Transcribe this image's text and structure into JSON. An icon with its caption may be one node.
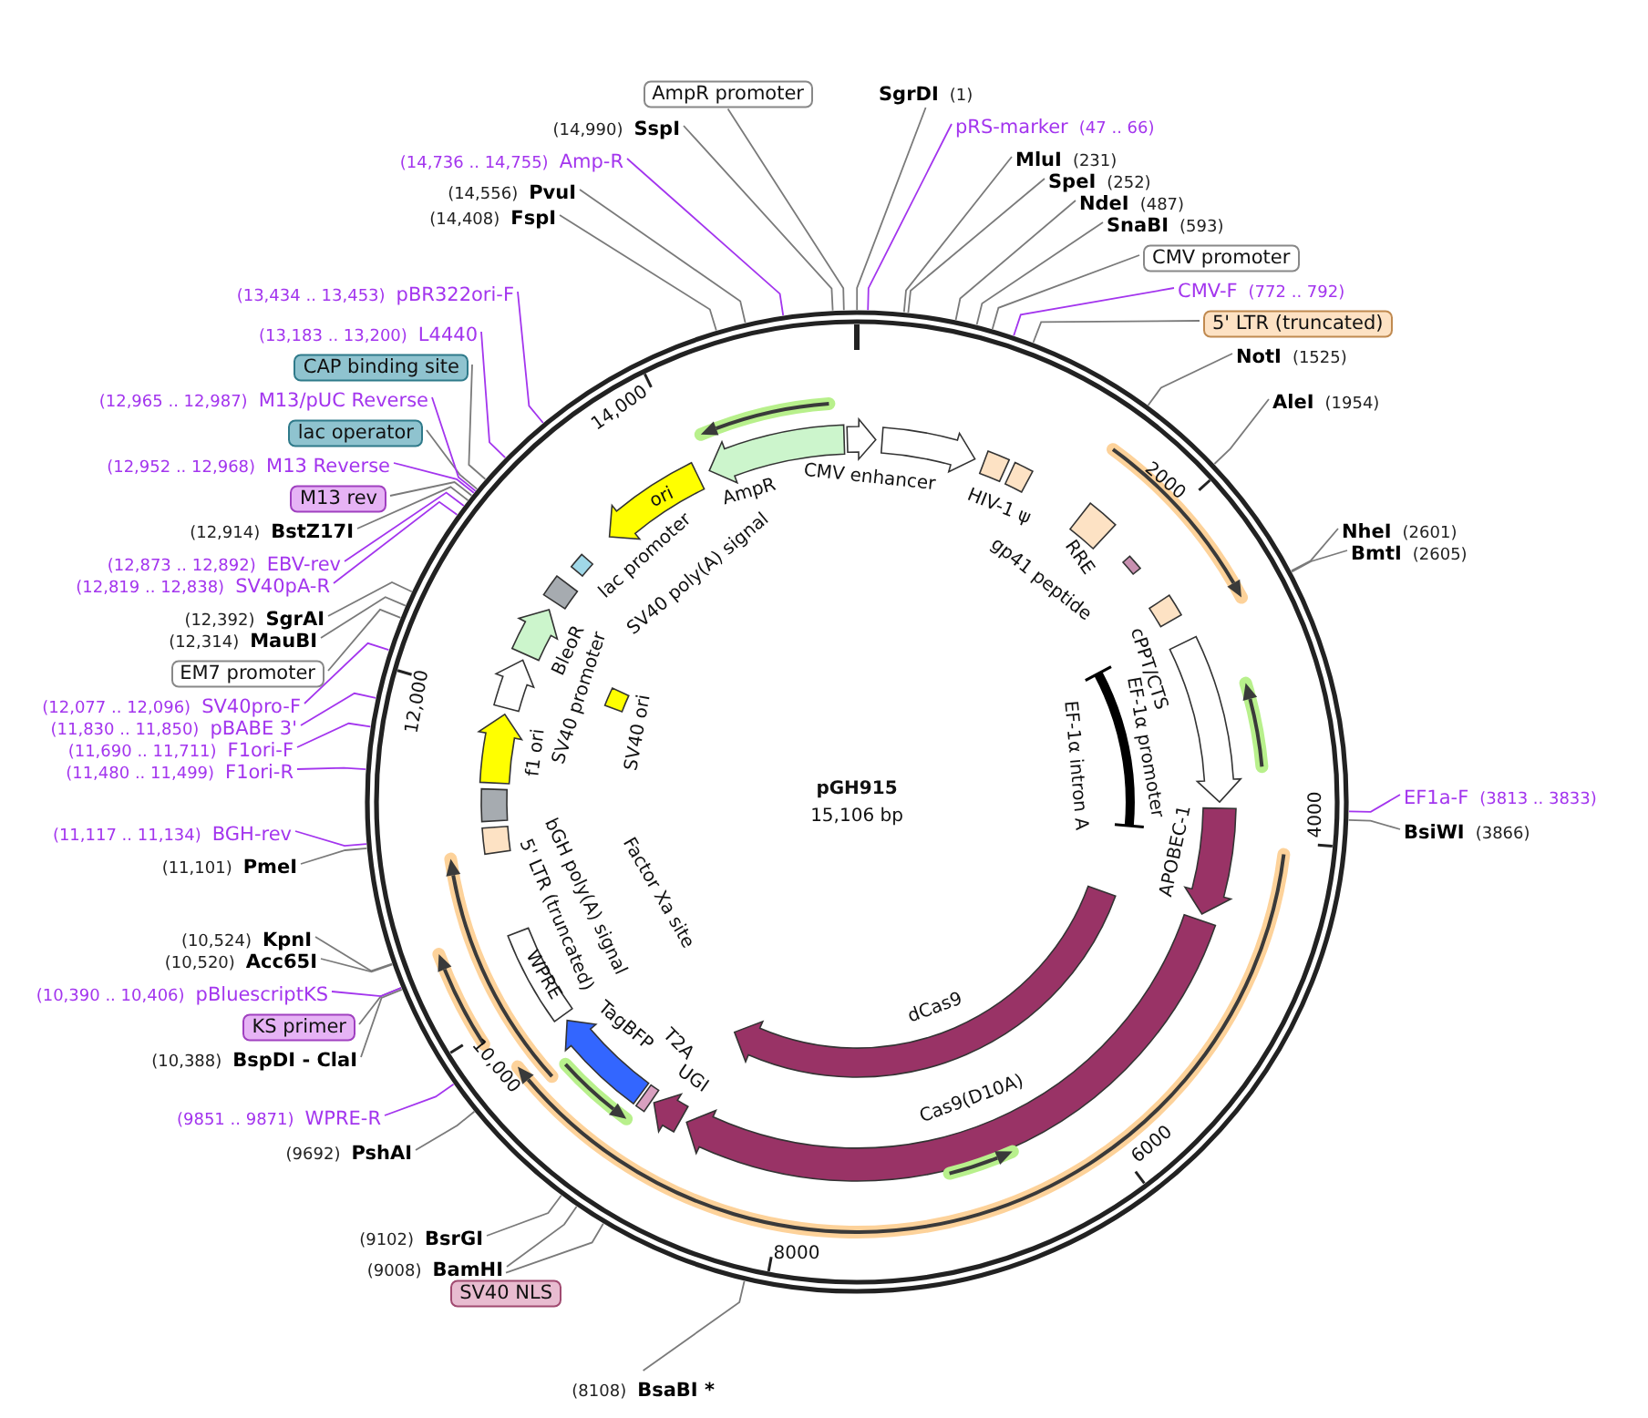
{
  "diagram": {
    "title": "pGH915",
    "nodes": [
      {
        "text": [
          "SgrDI",
          "(1)"
        ]
      },
      {
        "text": [
          "pRS-marker",
          "(47 .. 66)"
        ]
      },
      {
        "text": [
          "MluI",
          "(231)"
        ]
      },
      {
        "text": [
          "SpeI",
          "(252)"
        ]
      },
      {
        "text": [
          "NdeI",
          "(487)"
        ]
      },
      {
        "text": [
          "SnaBI",
          "(593)"
        ]
      },
      {
        "text": [
          "CMV promoter"
        ]
      },
      {
        "text": [
          "CMV-F",
          "(772 .. 792)"
        ]
      },
      {
        "text": [
          "5' LTR (truncated)"
        ]
      },
      {
        "text": [
          "NotI",
          "(1525)"
        ]
      },
      {
        "text": [
          "AleI",
          "(1954)"
        ]
      },
      {
        "text": [
          "NheI",
          "(2601)"
        ]
      },
      {
        "text": [
          "BmtI",
          "(2605)"
        ]
      },
      {
        "text": [
          "EF1a-F",
          "(3813 .. 3833)"
        ]
      },
      {
        "text": [
          "BsiWI",
          "(3866)"
        ]
      },
      {
        "text": [
          "(8108)",
          "BsaBI *"
        ]
      },
      {
        "text": [
          "SV40 NLS"
        ]
      },
      {
        "text": [
          "(9008)",
          "BamHI"
        ]
      },
      {
        "text": [
          "(9102)",
          "BsrGI"
        ]
      },
      {
        "text": [
          "(9692)",
          "PshAI"
        ]
      },
      {
        "text": [
          "(9851 .. 9871)",
          "WPRE-R"
        ]
      },
      {
        "text": [
          "(10,388)",
          "BspDI - ClaI"
        ]
      },
      {
        "text": [
          "KS primer"
        ]
      },
      {
        "text": [
          "(10,390 .. 10,406)",
          "pBluescriptKS"
        ]
      },
      {
        "text": [
          "(10,520)",
          "Acc65I"
        ]
      },
      {
        "text": [
          "(10,524)",
          "KpnI"
        ]
      },
      {
        "text": [
          "(11,101)",
          "PmeI"
        ]
      },
      {
        "text": [
          "(11,117 .. 11,134)",
          "BGH-rev"
        ]
      },
      {
        "text": [
          "(11,480 .. 11,499)",
          "F1ori-R"
        ]
      },
      {
        "text": [
          "(11,690 .. 11,711)",
          "F1ori-F"
        ]
      },
      {
        "text": [
          "(11,830 .. 11,850)",
          "pBABE 3'"
        ]
      },
      {
        "text": [
          "(12,077 .. 12,096)",
          "SV40pro-F"
        ]
      },
      {
        "text": [
          "EM7 promoter"
        ]
      },
      {
        "text": [
          "(12,314)",
          "MauBI"
        ]
      },
      {
        "text": [
          "(12,392)",
          "SgrAI"
        ]
      },
      {
        "text": [
          "(12,819 .. 12,838)",
          "SV40pA-R"
        ]
      },
      {
        "text": [
          "(12,873 .. 12,892)",
          "EBV-rev"
        ]
      },
      {
        "text": [
          "(12,914)",
          "BstZ17I"
        ]
      },
      {
        "text": [
          "M13 rev"
        ]
      },
      {
        "text": [
          "(12,952 .. 12,968)",
          "M13 Reverse"
        ]
      },
      {
        "text": [
          "lac operator"
        ]
      },
      {
        "text": [
          "(12,965 .. 12,987)",
          "M13/pUC Reverse"
        ]
      },
      {
        "text": [
          "CAP binding site"
        ]
      },
      {
        "text": [
          "(13,183 .. 13,200)",
          "L4440"
        ]
      },
      {
        "text": [
          "(13,434 .. 13,453)",
          "pBR322ori-F"
        ]
      },
      {
        "text": [
          "(14,408)",
          "FspI"
        ]
      },
      {
        "text": [
          "(14,556)",
          "PvuI"
        ]
      },
      {
        "text": [
          "(14,736 .. 14,755)",
          "Amp-R"
        ]
      },
      {
        "text": [
          "(14,990)",
          "SspI"
        ]
      },
      {
        "text": [
          "AmpR promoter"
        ]
      }
    ],
    "edges": [
      {
        "from": 0,
        "to": null,
        "arrow": "none"
      },
      {
        "from": 1,
        "to": null,
        "arrow": "none",
        "color": "#a335ee"
      },
      {
        "from": 2,
        "to": null,
        "arrow": "none"
      },
      {
        "from": 3,
        "to": null,
        "arrow": "none"
      },
      {
        "from": 4,
        "to": null,
        "arrow": "none"
      },
      {
        "from": 5,
        "to": null,
        "arrow": "none"
      },
      {
        "from": 6,
        "to": null,
        "arrow": "none"
      },
      {
        "from": 7,
        "to": null,
        "arrow": "none",
        "color": "#a335ee"
      },
      {
        "from": 8,
        "to": null,
        "arrow": "none"
      },
      {
        "from": 9,
        "to": null,
        "arrow": "none"
      },
      {
        "from": 10,
        "to": null,
        "arrow": "none"
      },
      {
        "from": 11,
        "to": null,
        "arrow": "none"
      },
      {
        "from": 12,
        "to": null,
        "arrow": "none"
      },
      {
        "from": 13,
        "to": null,
        "arrow": "none",
        "color": "#a335ee"
      },
      {
        "from": 14,
        "to": null,
        "arrow": "none"
      },
      {
        "from": 15,
        "to": null,
        "arrow": "none"
      },
      {
        "from": 16,
        "to": null,
        "arrow": "none"
      },
      {
        "from": 17,
        "to": null,
        "arrow": "none"
      },
      {
        "from": 18,
        "to": null,
        "arrow": "none"
      },
      {
        "from": 19,
        "to": null,
        "arrow": "none"
      },
      {
        "from": 20,
        "to": null,
        "arrow": "none",
        "color": "#a335ee"
      },
      {
        "from": 21,
        "to": null,
        "arrow": "none"
      },
      {
        "from": 22,
        "to": null,
        "arrow": "none"
      },
      {
        "from": 23,
        "to": null,
        "arrow": "none",
        "color": "#a335ee"
      },
      {
        "from": 24,
        "to": null,
        "arrow": "none"
      },
      {
        "from": 25,
        "to": null,
        "arrow": "none"
      },
      {
        "from": 26,
        "to": null,
        "arrow": "none"
      },
      {
        "from": 27,
        "to": null,
        "arrow": "none",
        "color": "#a335ee"
      },
      {
        "from": 28,
        "to": null,
        "arrow": "none",
        "color": "#a335ee"
      },
      {
        "from": 29,
        "to": null,
        "arrow": "none",
        "color": "#a335ee"
      },
      {
        "from": 30,
        "to": null,
        "arrow": "none",
        "color": "#a335ee"
      },
      {
        "from": 31,
        "to": null,
        "arrow": "none",
        "color": "#a335ee"
      },
      {
        "from": 32,
        "to": null,
        "arrow": "none"
      },
      {
        "from": 33,
        "to": null,
        "arrow": "none"
      },
      {
        "from": 34,
        "to": null,
        "arrow": "none"
      },
      {
        "from": 35,
        "to": null,
        "arrow": "none",
        "color": "#a335ee"
      },
      {
        "from": 36,
        "to": null,
        "arrow": "none",
        "color": "#a335ee"
      },
      {
        "from": 37,
        "to": null,
        "arrow": "none"
      },
      {
        "from": 38,
        "to": null,
        "arrow": "none"
      },
      {
        "from": 39,
        "to": null,
        "arrow": "none",
        "color": "#a335ee"
      },
      {
        "from": 40,
        "to": null,
        "arrow": "none"
      },
      {
        "from": 41,
        "to": null,
        "arrow": "none",
        "color": "#a335ee"
      },
      {
        "from": 42,
        "to": null,
        "arrow": "none"
      },
      {
        "from": 43,
        "to": null,
        "arrow": "none",
        "color": "#a335ee"
      },
      {
        "from": 44,
        "to": null,
        "arrow": "none",
        "color": "#a335ee"
      },
      {
        "from": 45,
        "to": null,
        "arrow": "none"
      },
      {
        "from": 46,
        "to": null,
        "arrow": "none"
      },
      {
        "from": 47,
        "to": null,
        "arrow": "none",
        "color": "#a335ee"
      },
      {
        "from": 48,
        "to": null,
        "arrow": "none"
      },
      {
        "from": 49,
        "to": null,
        "arrow": "none"
      }
    ],
    "labels": [
      "15,106 bp",
      "2000",
      "4000",
      "6000",
      "8000",
      "10,000",
      "12,000",
      "14,000",
      "CMV enhancer",
      "AmpR",
      "ori",
      "lac promoter",
      "SV40 poly(A) signal",
      "HIV-1 ψ",
      "RRE",
      "gp41 peptide",
      "cPPT/CTS",
      "EF-1α promoter",
      "EF-1α intron A",
      "APOBEC-1",
      "BleoR",
      "SV40 promoter",
      "SV40 ori",
      "f1 ori",
      "bGH poly(A) signal",
      "5' LTR (truncated)",
      "Factor Xa site",
      "WPRE",
      "TagBFP",
      "T2A",
      "UGI",
      "dCas9",
      "Cas9(D10A)"
    ]
  }
}
